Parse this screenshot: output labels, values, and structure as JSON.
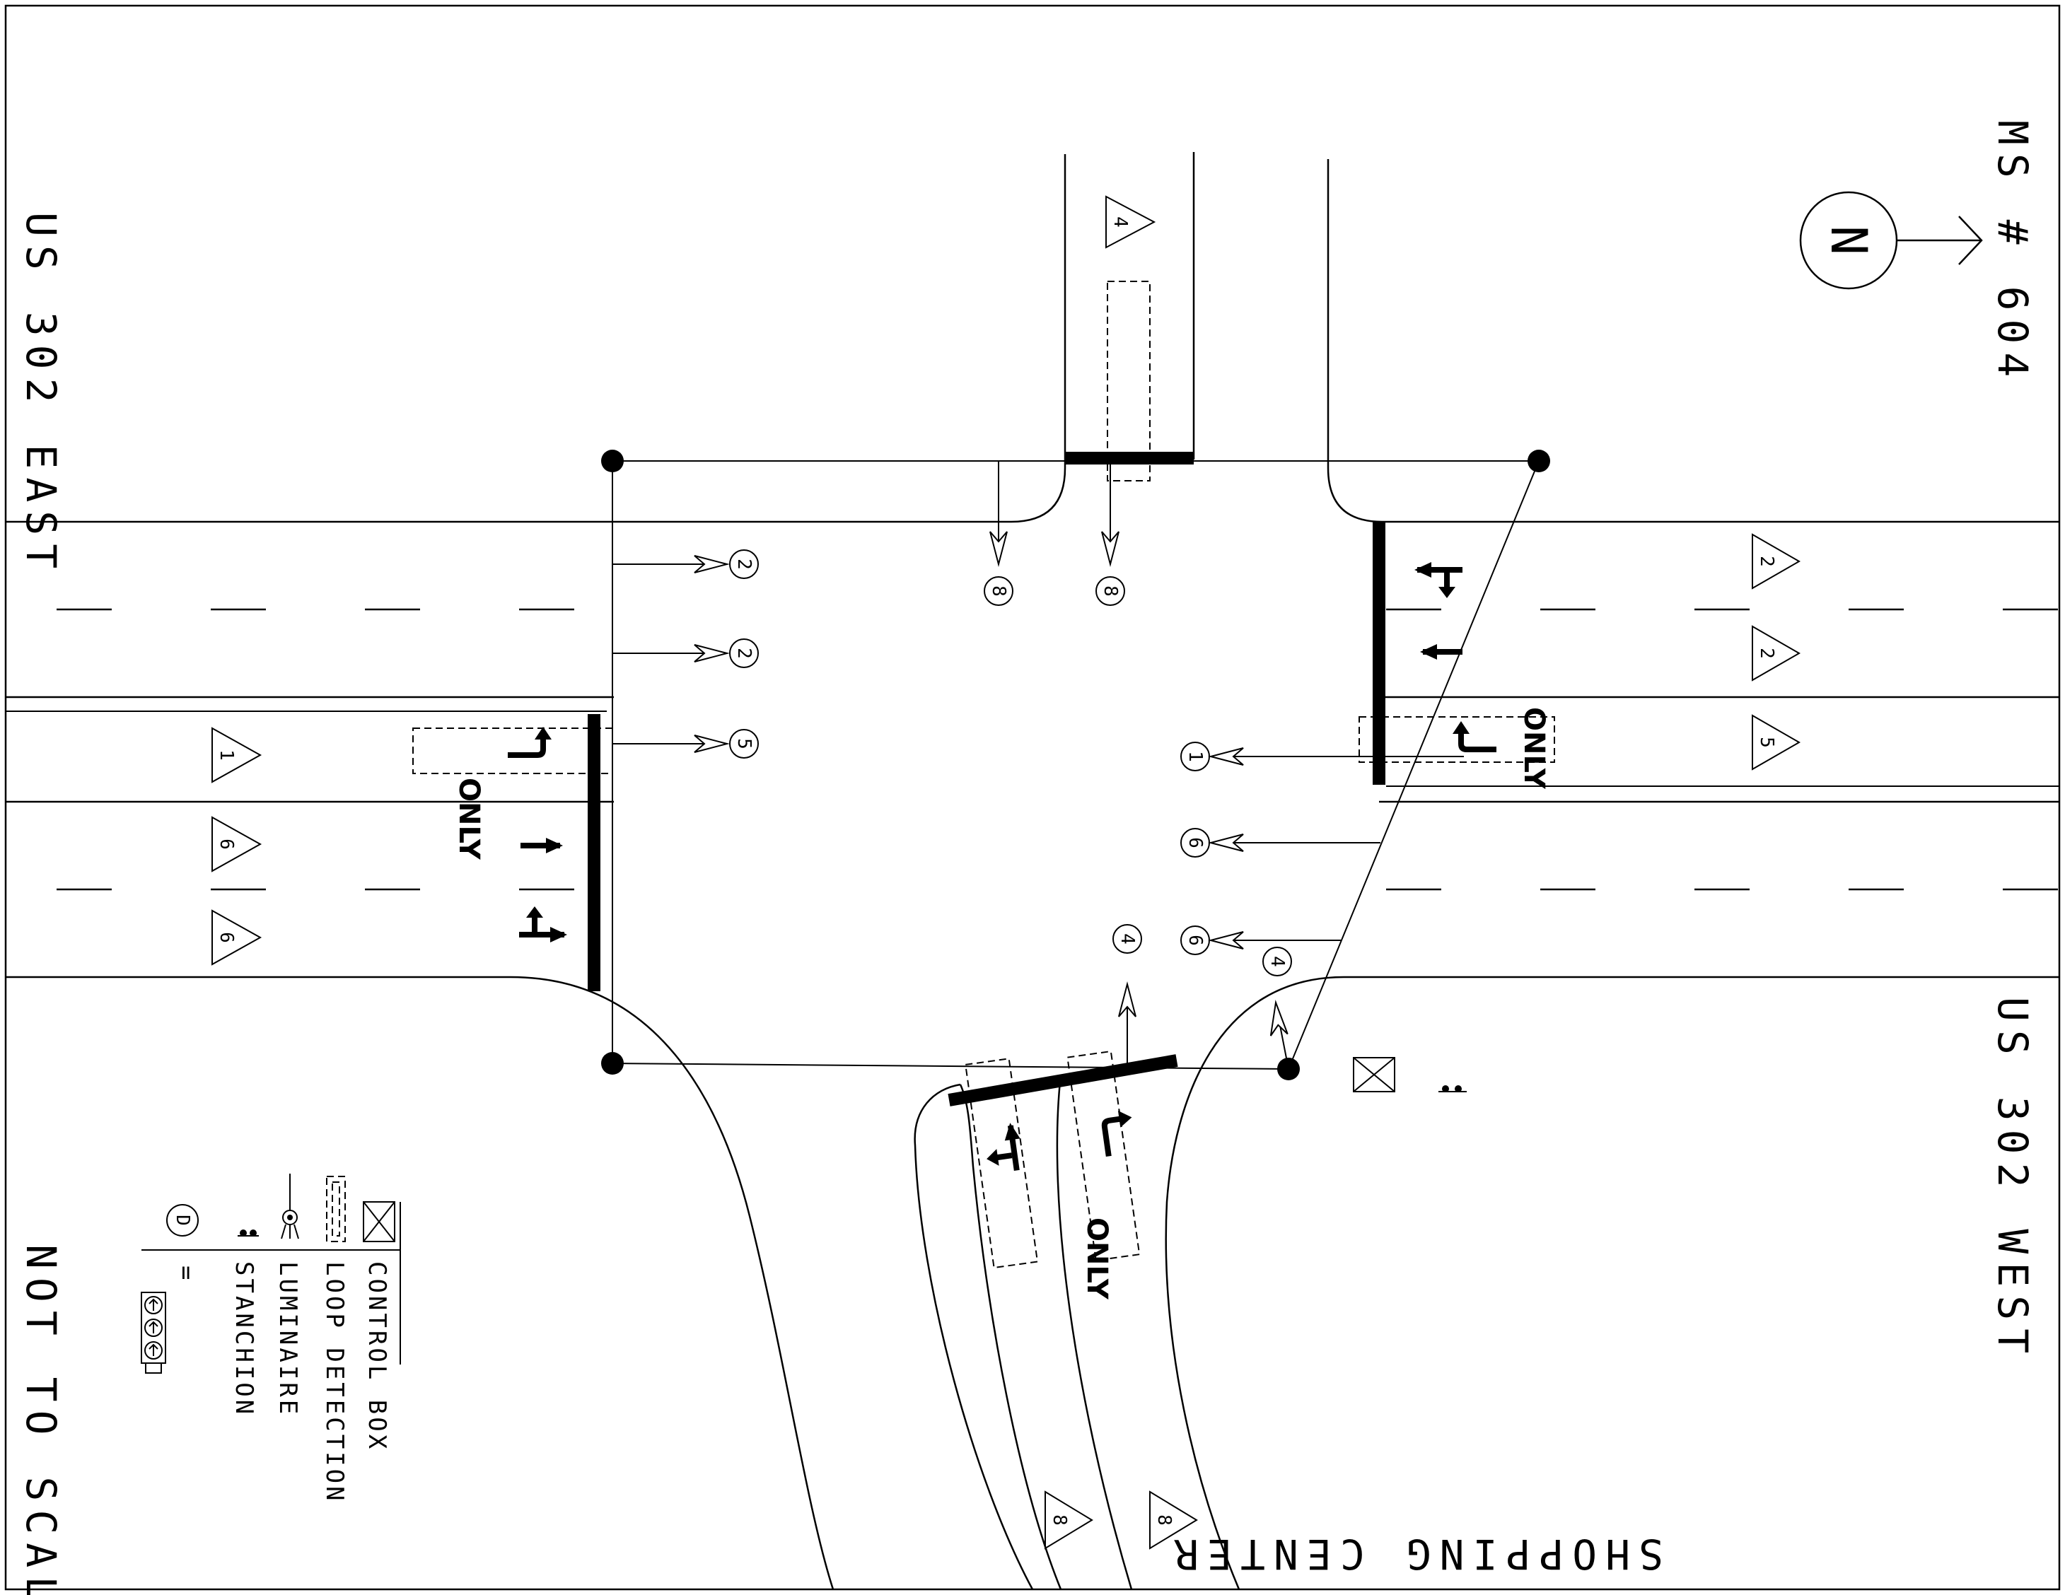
{
  "labels": {
    "road_west": "US 302 EAST",
    "road_east": "US 302 WEST",
    "road_north": "MS # 604",
    "road_south": "SHOPPING CENTER",
    "north_letter": "N",
    "scale_note": "NOT TO SCALE"
  },
  "legend": {
    "control_box": "CONTROL BOX",
    "loop_detection": "LOOP DETECTION",
    "luminaire": "LUMINAIRE",
    "stanchion": "STANCHION",
    "phase_symbol": "D",
    "equals": "="
  },
  "pavement_text": {
    "only": "ONLY"
  },
  "phases": {
    "north_lane": "4",
    "east_lane_1": "2",
    "east_lane_2": "2",
    "east_lane_3": "5",
    "west_lane_1": "1",
    "west_lane_2": "6",
    "west_lane_3": "6",
    "south_lane_1": "8",
    "south_lane_2": "8",
    "head_west_1": "2",
    "head_west_2": "2",
    "head_west_3": "5",
    "head_north_1": "8",
    "head_north_2": "8",
    "head_east_1": "1",
    "head_east_2": "6",
    "head_east_3": "6",
    "head_south_1": "4",
    "head_south_2": "4"
  },
  "colors": {
    "ink": "#000000",
    "paper": "#ffffff"
  }
}
